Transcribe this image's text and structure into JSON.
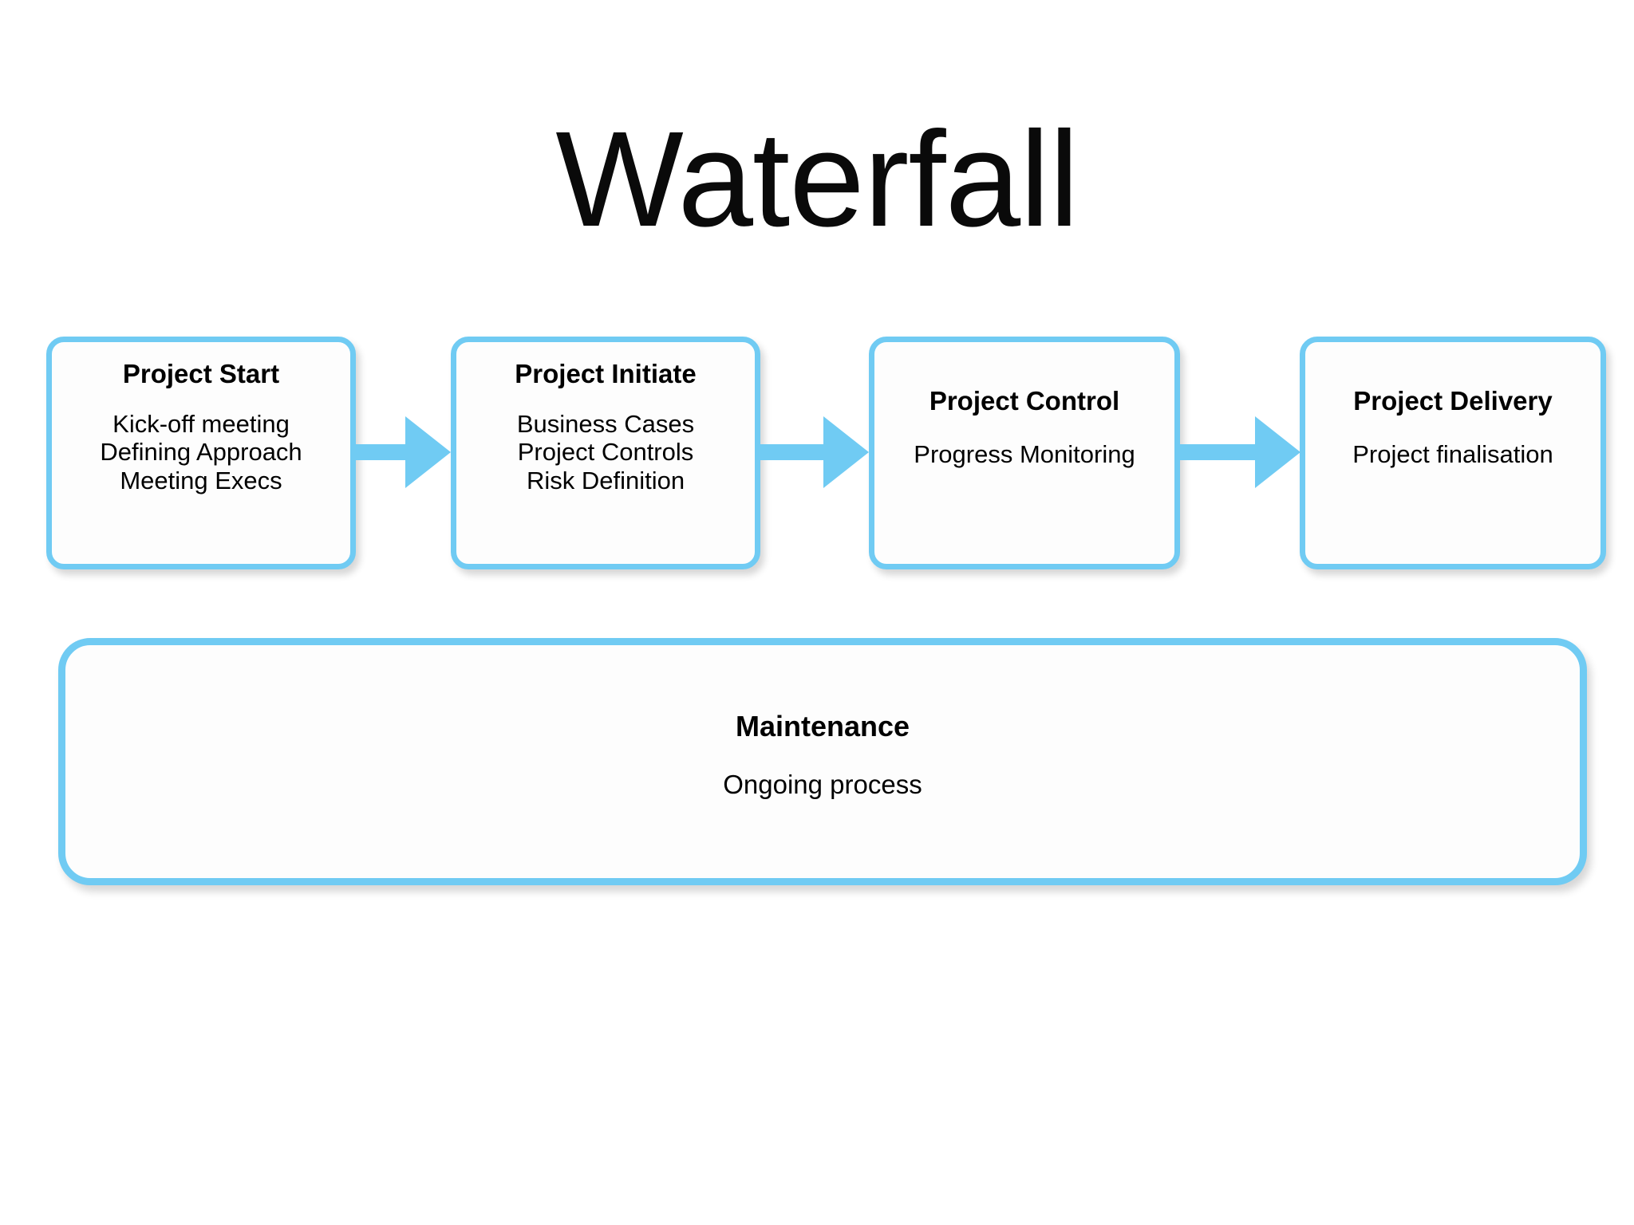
{
  "slide": {
    "title": "Waterfall",
    "background_color": "#ffffff",
    "accent_color": "#70cbf3",
    "text_color": "#000000"
  },
  "flow": {
    "arrow_icon_name": "right-arrow-icon",
    "arrows": [
      {
        "from": "Project Start",
        "to": "Project Initiate"
      },
      {
        "from": "Project Initiate",
        "to": "Project Control"
      },
      {
        "from": "Project Control",
        "to": "Project Delivery"
      }
    ],
    "stages": [
      {
        "title": "Project Start",
        "items": [
          "Kick-off meeting",
          "Defining Approach",
          "Meeting Execs"
        ]
      },
      {
        "title": "Project Initiate",
        "items": [
          "Business Cases",
          "Project Controls",
          "Risk Definition"
        ]
      },
      {
        "title": "Project Control",
        "items": [
          "Progress Monitoring"
        ]
      },
      {
        "title": "Project Delivery",
        "items": [
          "Project finalisation"
        ]
      }
    ]
  },
  "maintenance": {
    "title": "Maintenance",
    "items": [
      "Ongoing process"
    ]
  },
  "chart_data": {
    "type": "diagram",
    "diagram_kind": "process-flow",
    "title": "Waterfall",
    "nodes": [
      {
        "id": "project-start",
        "label": "Project Start",
        "detail": [
          "Kick-off meeting",
          "Defining Approach",
          "Meeting Execs"
        ]
      },
      {
        "id": "project-initiate",
        "label": "Project Initiate",
        "detail": [
          "Business Cases",
          "Project Controls",
          "Risk Definition"
        ]
      },
      {
        "id": "project-control",
        "label": "Project Control",
        "detail": [
          "Progress Monitoring"
        ]
      },
      {
        "id": "project-delivery",
        "label": "Project Delivery",
        "detail": [
          "Project finalisation"
        ]
      },
      {
        "id": "maintenance",
        "label": "Maintenance",
        "detail": [
          "Ongoing process"
        ]
      }
    ],
    "edges": [
      {
        "from": "project-start",
        "to": "project-initiate",
        "style": "arrow"
      },
      {
        "from": "project-initiate",
        "to": "project-control",
        "style": "arrow"
      },
      {
        "from": "project-control",
        "to": "project-delivery",
        "style": "arrow"
      }
    ]
  }
}
